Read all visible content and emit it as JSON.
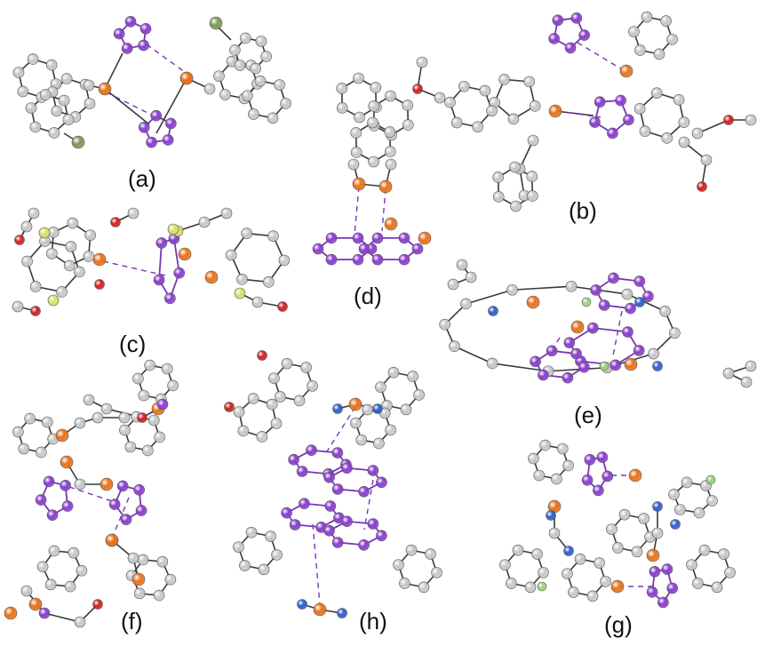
{
  "panels": [
    {
      "key": "a",
      "label": "(a)"
    },
    {
      "key": "b",
      "label": "(b)"
    },
    {
      "key": "c",
      "label": "(c)"
    },
    {
      "key": "d",
      "label": "(d)"
    },
    {
      "key": "e",
      "label": "(e)"
    },
    {
      "key": "f",
      "label": "(f)"
    },
    {
      "key": "g",
      "label": "(g)"
    },
    {
      "key": "h",
      "label": "(h)"
    }
  ],
  "atom_colors": {
    "carbon": "#c8c8c8",
    "chalcogen": "#e8731c",
    "nitrogen_ring": "#8a3fd0",
    "nitrogen": "#2f5fd0",
    "oxygen": "#d42020",
    "halogen": "#7c9a5a",
    "fluorine": "#9ad27a",
    "sulfur": "#d8e06a"
  },
  "contact_color": "#7a35b8"
}
